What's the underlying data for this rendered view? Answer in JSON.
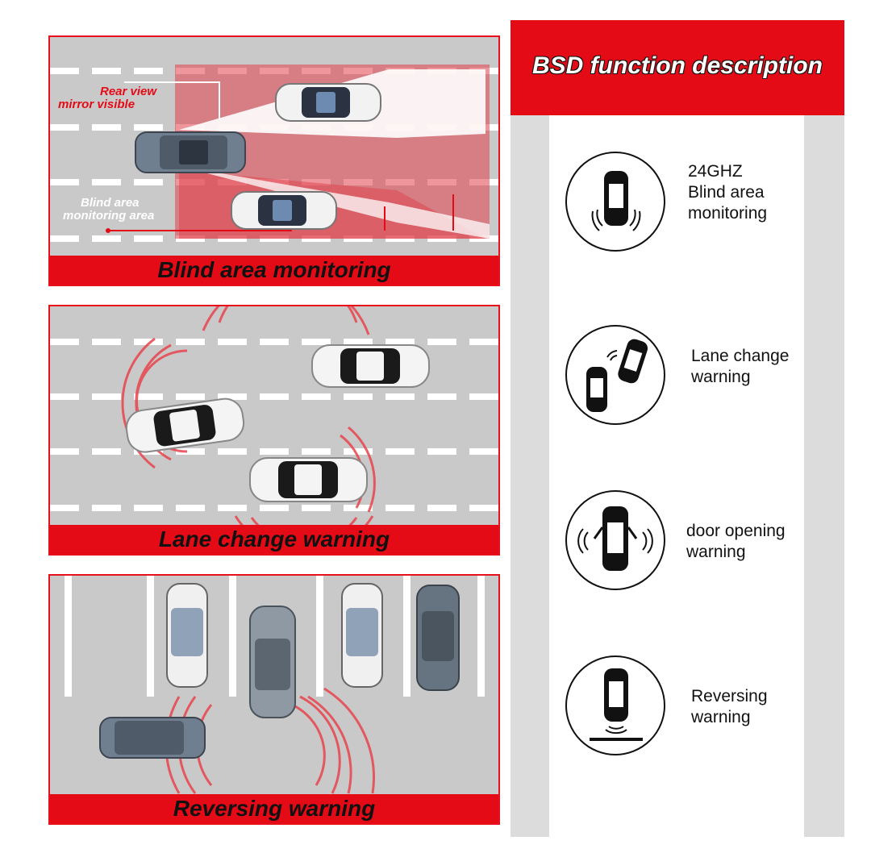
{
  "panels": {
    "blind": {
      "title": "Blind area monitoring",
      "label_mirror_line1": "Rear view",
      "label_mirror_line2": "mirror visible",
      "label_blind_line1": "Blind area",
      "label_blind_line2": "monitoring area"
    },
    "lane": {
      "title": "Lane change warning"
    },
    "reverse": {
      "title": "Reversing warning"
    }
  },
  "sidebar": {
    "title": "BSD function description",
    "features": [
      {
        "line1": "24GHZ",
        "line2": "Blind area",
        "line3": "monitoring",
        "icon": "car-radar-icon"
      },
      {
        "line1": "Lane change",
        "line2": "warning",
        "line3": "",
        "icon": "two-cars-icon"
      },
      {
        "line1": "door opening",
        "line2": "warning",
        "line3": "",
        "icon": "car-doors-icon"
      },
      {
        "line1": "Reversing",
        "line2": "warning",
        "line3": "",
        "icon": "car-reverse-icon"
      }
    ]
  },
  "colors": {
    "accent_red": "#e50b16",
    "road_gray": "#c8c8c8",
    "side_gray": "#dcdcdc"
  }
}
